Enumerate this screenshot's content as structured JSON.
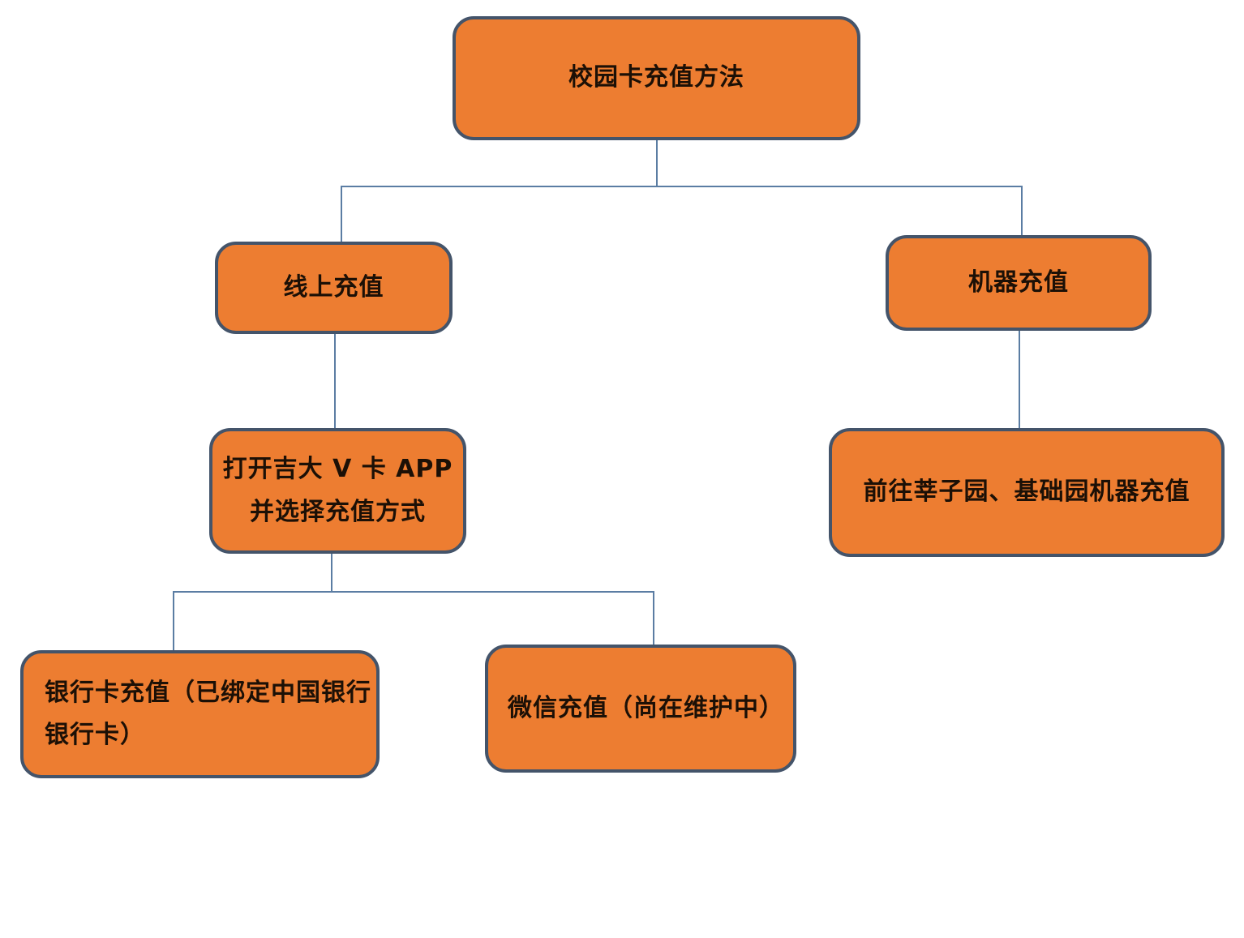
{
  "diagram": {
    "type": "flowchart",
    "colors": {
      "node_fill": "#ED7D31",
      "node_border": "#44546A",
      "connector": "#5B7DA3",
      "text": "#1C1006"
    },
    "nodes": {
      "root": {
        "label": "校园卡充值方法"
      },
      "online": {
        "label": "线上充值"
      },
      "machine": {
        "label": "机器充值"
      },
      "app": {
        "lines": [
          "打开吉大 V 卡 APP",
          "并选择充值方式"
        ]
      },
      "machine_go": {
        "label": "前往莘子园、基础园机器充值"
      },
      "bank": {
        "lines": [
          "银行卡充值（已绑定中国银行",
          "银行卡）"
        ]
      },
      "wechat": {
        "label": "微信充值（尚在维护中）"
      }
    },
    "edges": [
      {
        "from": "root",
        "to": "online"
      },
      {
        "from": "root",
        "to": "machine"
      },
      {
        "from": "online",
        "to": "app"
      },
      {
        "from": "machine",
        "to": "machine_go"
      },
      {
        "from": "app",
        "to": "bank"
      },
      {
        "from": "app",
        "to": "wechat"
      }
    ]
  }
}
